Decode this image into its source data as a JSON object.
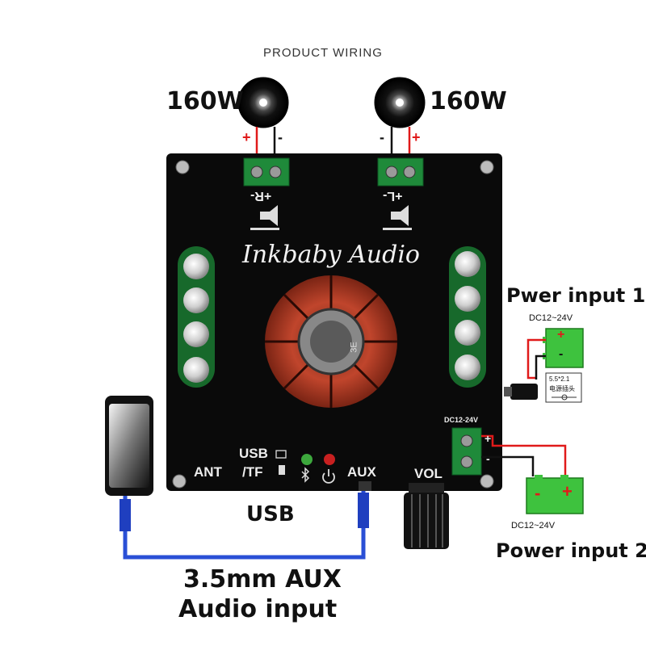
{
  "title": "PRODUCT WIRING",
  "speakers": {
    "right_power": "160W",
    "left_power": "160W",
    "right_terminal": "+R-",
    "left_terminal": "+L-",
    "plus": "+",
    "minus": "-"
  },
  "board": {
    "brand": "Inkbaby Audio",
    "ant_label": "ANT",
    "usb_label": "USB",
    "tf_label": "/TF",
    "aux_label": "AUX",
    "vol_label": "VOL",
    "dc_label": "DC12-24V",
    "heatsink_mark": "3E"
  },
  "power_input_1": {
    "title": "Pwer input 1",
    "voltage": "DC12~24V",
    "plug_size": "5.5*2.1",
    "plug_name": "电源插头"
  },
  "power_input_2": {
    "title": "Power input 2",
    "voltage": "DC12~24V"
  },
  "usb_caption": "USB",
  "aux_input": {
    "line1": "3.5mm AUX",
    "line2": "Audio  input"
  },
  "colors": {
    "board": "#0a0a0a",
    "terminal_green": "#1f8a3a",
    "heatsink": "#c0452c",
    "battery": "#39c239",
    "wire_red": "#e01a1a",
    "cable_blue": "#2a4fd6"
  }
}
